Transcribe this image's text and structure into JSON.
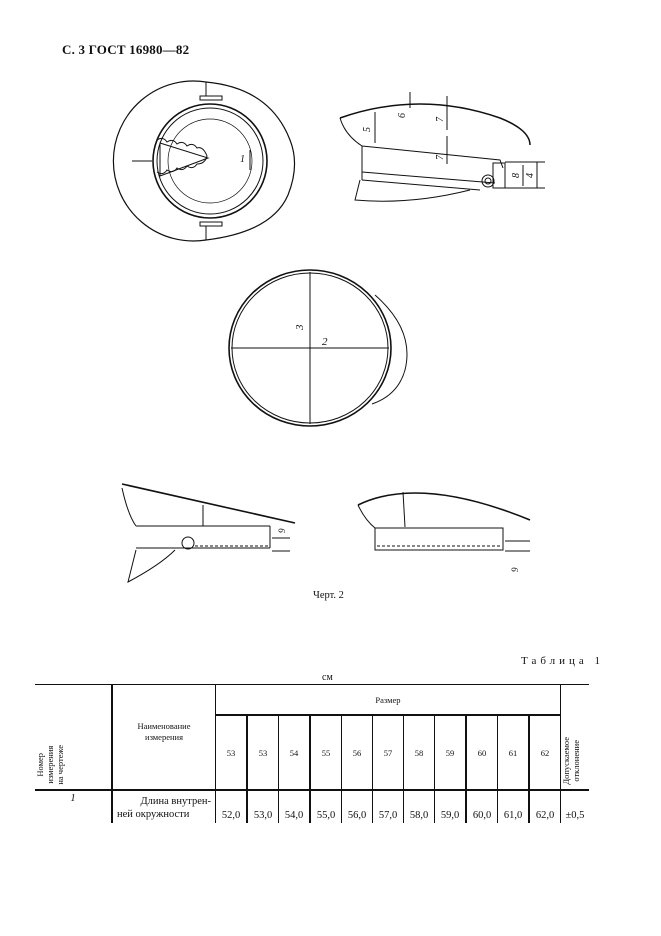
{
  "page": {
    "header": "С. 3 ГОСТ 16980—82",
    "figure_caption": "Черт. 2"
  },
  "drawing": {
    "top_view_labels": [
      "1"
    ],
    "side_view_labels": [
      "5",
      "6",
      "7",
      "7",
      "8",
      "4"
    ],
    "plan_view_labels": [
      "3",
      "2"
    ],
    "side_view_small_left_labels": [
      "9"
    ],
    "side_view_small_right_labels": [
      "9"
    ]
  },
  "table": {
    "caption": "Таблица 1",
    "unit": "см",
    "headers": {
      "number": "Номер\nизмерения\nна чертеже",
      "name": "Наименование\nизмерения",
      "size_group": "Размер",
      "sizes": [
        "53",
        "53",
        "54",
        "55",
        "56",
        "57",
        "58",
        "59",
        "60",
        "61",
        "62"
      ],
      "tolerance": "Допускаемое\nотклонение"
    },
    "rows": [
      {
        "number": "1",
        "name_line1": "Длина внутрен-",
        "name_line2": "ней окружности",
        "values": [
          "52,0",
          "53,0",
          "54,0",
          "55,0",
          "56,0",
          "57,0",
          "58,0",
          "59,0",
          "60,0",
          "61,0",
          "62,0"
        ],
        "tolerance": "±0,5"
      }
    ]
  }
}
